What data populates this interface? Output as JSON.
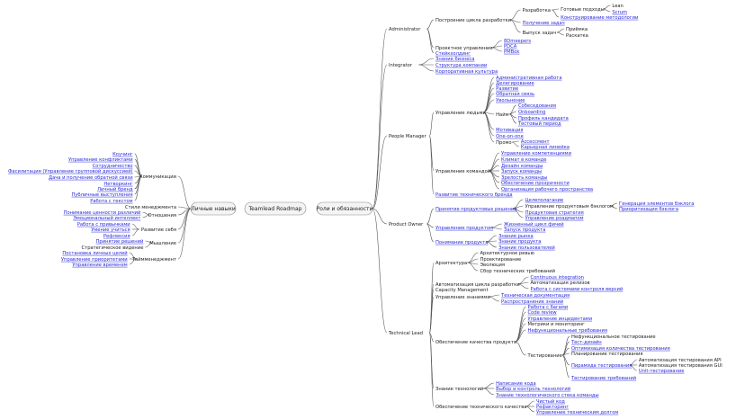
{
  "center": "Teamlead Roadmap",
  "left": {
    "label": "Личные навыки",
    "groups": [
      {
        "label": "Коммуникации",
        "items": [
          {
            "t": "Коучинг",
            "link": true
          },
          {
            "t": "Управление конфликтами",
            "link": true
          },
          {
            "t": "Сотрудничество",
            "link": true
          },
          {
            "t": "Фасилитация (Управление групповой дискуссией)",
            "link": true
          },
          {
            "t": "Дача и получение обратной связи",
            "link": true
          },
          {
            "t": "Нетворкинг",
            "link": true
          },
          {
            "t": "Личный бренд",
            "link": true
          },
          {
            "t": "Публичные выступления",
            "link": true
          },
          {
            "t": "Работа с текстом",
            "link": true
          }
        ]
      },
      {
        "label": "Стили менеджмента",
        "items": []
      },
      {
        "label": "Отношения",
        "items": [
          {
            "t": "Понимание ценности различий",
            "link": true
          },
          {
            "t": "Эмоциональный интеллект",
            "link": true
          }
        ]
      },
      {
        "label": "Развитие себя",
        "items": [
          {
            "t": "Работа с привычками",
            "link": true
          },
          {
            "t": "Умение учиться",
            "link": true
          },
          {
            "t": "Рефлексия",
            "link": true
          }
        ]
      },
      {
        "label": "Мышление",
        "items": [
          {
            "t": "Принятие решений",
            "link": true
          },
          {
            "t": "Стратегическое видение",
            "link": false
          }
        ]
      },
      {
        "label": "Таймменеджмент",
        "items": [
          {
            "t": "Постановка личных целей",
            "link": true
          },
          {
            "t": "Управление приоритетами",
            "link": true
          },
          {
            "t": "Управление временем",
            "link": true
          }
        ]
      }
    ]
  },
  "right": {
    "label": "Роли и обязанности",
    "roles": [
      {
        "label": "Administrator",
        "groups": [
          {
            "label": "Построение цикла разработки",
            "items": [
              {
                "t": "Разработка",
                "link": false,
                "children": [
                  {
                    "t": "Готовые подходы",
                    "link": false,
                    "children": [
                      {
                        "t": "Lean",
                        "link": false
                      },
                      {
                        "t": "Scrum",
                        "link": true
                      }
                    ]
                  },
                  {
                    "t": "Конструирование методологии",
                    "link": true
                  }
                ]
              },
              {
                "t": "Получение задач",
                "link": true
              },
              {
                "t": "Выпуск задач",
                "link": false,
                "children": [
                  {
                    "t": "Приёмка",
                    "link": false
                  },
                  {
                    "t": "Раскатка",
                    "link": false
                  }
                ]
              }
            ]
          },
          {
            "label": "Проектное управление",
            "items": [
              {
                "t": "8Dmeepers",
                "link": true
              },
              {
                "t": "PDCA",
                "link": true
              },
              {
                "t": "PMBok",
                "link": true
              }
            ]
          },
          {
            "label": "Стейкхолдинг",
            "link": true,
            "items": []
          }
        ]
      },
      {
        "label": "Integrator",
        "groups": [
          {
            "label": "Знание бизнеса",
            "link": true,
            "items": []
          },
          {
            "label": "Структура компании",
            "link": true,
            "items": []
          },
          {
            "label": "Корпоративная культура",
            "link": true,
            "items": []
          }
        ]
      },
      {
        "label": "People Manager",
        "groups": [
          {
            "label": "Управление людьми",
            "items": [
              {
                "t": "Административная работа",
                "link": true
              },
              {
                "t": "Делегирование",
                "link": true
              },
              {
                "t": "Развитие",
                "link": true
              },
              {
                "t": "Обратная связь",
                "link": true
              },
              {
                "t": "Увольнение",
                "link": true
              },
              {
                "t": "Найм",
                "link": false,
                "children": [
                  {
                    "t": "Собеседования",
                    "link": true
                  },
                  {
                    "t": "Onboarding",
                    "link": true
                  },
                  {
                    "t": "Профиль кандидата",
                    "link": true
                  },
                  {
                    "t": "Тестовый период",
                    "link": true
                  }
                ]
              },
              {
                "t": "Мотивация",
                "link": true
              },
              {
                "t": "One-on-one",
                "link": true
              },
              {
                "t": "Промо",
                "link": false,
                "children": [
                  {
                    "t": "Ассессмент",
                    "link": true
                  },
                  {
                    "t": "Карьерная линейка",
                    "link": true
                  }
                ]
              }
            ]
          },
          {
            "label": "Управление командой",
            "items": [
              {
                "t": "Управление компетенциями",
                "link": true
              },
              {
                "t": "Климат в команде",
                "link": true
              },
              {
                "t": "Дизайн команды",
                "link": true
              },
              {
                "t": "Запуск команды",
                "link": true
              },
              {
                "t": "Зрелость команды",
                "link": true
              },
              {
                "t": "Обеспечение прозрачности",
                "link": true
              },
              {
                "t": "Организация рабочего пространства",
                "link": true
              }
            ]
          },
          {
            "label": "Развитие технического бренда",
            "link": true,
            "items": []
          }
        ]
      },
      {
        "label": "Product Owner",
        "groups": [
          {
            "label": "Принятие продуктовых решений",
            "link": true,
            "items": [
              {
                "t": "Целеполагание",
                "link": true
              },
              {
                "t": "Управление продуктовым бэклогом",
                "link": false,
                "children": [
                  {
                    "t": "Генерация элементов бэклога",
                    "link": true
                  },
                  {
                    "t": "Приоритизация бэклога",
                    "link": true
                  }
                ]
              },
              {
                "t": "Продуктовая стратегия",
                "link": true
              },
              {
                "t": "Управление роадмапом",
                "link": true
              }
            ]
          },
          {
            "label": "Управление продуктом",
            "link": true,
            "items": [
              {
                "t": "Жизненный цикл фичей",
                "link": true
              },
              {
                "t": "Запуск продукта",
                "link": true
              }
            ]
          },
          {
            "label": "Понимание продукта",
            "link": true,
            "items": [
              {
                "t": "Знание рынка",
                "link": true
              },
              {
                "t": "Знание продукта",
                "link": true
              },
              {
                "t": "Знание пользователей",
                "link": true
              }
            ]
          }
        ]
      },
      {
        "label": "Technical Lead",
        "groups": [
          {
            "label": "Архитектура",
            "items": [
              {
                "t": "Архитектурное ревью",
                "link": false
              },
              {
                "t": "Проектирование",
                "link": false
              },
              {
                "t": "Эволюция",
                "link": false
              },
              {
                "t": "Сбор технических требований",
                "link": false
              }
            ]
          },
          {
            "label": "Автоматизация цикла разработки",
            "items": [
              {
                "t": "Continuous integration",
                "link": true
              },
              {
                "t": "Автоматизация релизов",
                "link": false
              },
              {
                "t": "Работа с системами контроля версий",
                "link": true
              }
            ]
          },
          {
            "label": "Capacity Management",
            "items": []
          },
          {
            "label": "Управление знаниями",
            "items": [
              {
                "t": "Техническая документация",
                "link": true
              },
              {
                "t": "Распространение знаний",
                "link": true
              }
            ]
          },
          {
            "label": "Обеспечение качества продукта",
            "items": [
              {
                "t": "Работа с багами",
                "link": true
              },
              {
                "t": "Code review",
                "link": true
              },
              {
                "t": "Управление инцидентами",
                "link": true
              },
              {
                "t": "Метрики и мониторинг",
                "link": false
              },
              {
                "t": "Нефункциональные требования",
                "link": true
              },
              {
                "t": "Тестирование",
                "link": false,
                "children": [
                  {
                    "t": "Нефункциональное тестирование",
                    "link": false
                  },
                  {
                    "t": "Тест-дизайн",
                    "link": true
                  },
                  {
                    "t": "Оптимизация количества тестирования",
                    "link": true
                  },
                  {
                    "t": "Планирование тестирования",
                    "link": false
                  },
                  {
                    "t": "Пирамида тестирования",
                    "link": true,
                    "children": [
                      {
                        "t": "Автоматизация тестирования API",
                        "link": false
                      },
                      {
                        "t": "Автоматизация тестирования GUI",
                        "link": false
                      },
                      {
                        "t": "Unit-тестирование",
                        "link": true
                      }
                    ]
                  },
                  {
                    "t": "Тестирование требований",
                    "link": true
                  }
                ]
              }
            ]
          },
          {
            "label": "Знание технологий",
            "items": [
              {
                "t": "Написание кода",
                "link": true
              },
              {
                "t": "Выбор и контроль технологий",
                "link": true
              },
              {
                "t": "Знание технологического стека команды",
                "link": true
              }
            ]
          },
          {
            "label": "Обеспечение технического качества",
            "items": [
              {
                "t": "Чистый код",
                "link": true
              },
              {
                "t": "Рефакторинг",
                "link": true
              },
              {
                "t": "Управление техническим долгом",
                "link": true
              }
            ]
          }
        ]
      }
    ]
  }
}
